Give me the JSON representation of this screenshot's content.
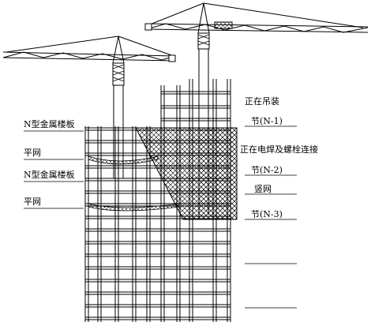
{
  "diagram": {
    "left_labels": {
      "deck_upper": "N型金属楼板",
      "net_upper": "平网",
      "deck_lower": "N型金属楼板",
      "net_lower": "平网"
    },
    "right_labels": {
      "hoisting": "正在吊装",
      "section_n1": "节(N-1)",
      "welding": "正在电焊及螺栓连接",
      "section_n2": "节(N-2)",
      "vertical_net": "竖网",
      "section_n3": "节(N-3)"
    }
  }
}
